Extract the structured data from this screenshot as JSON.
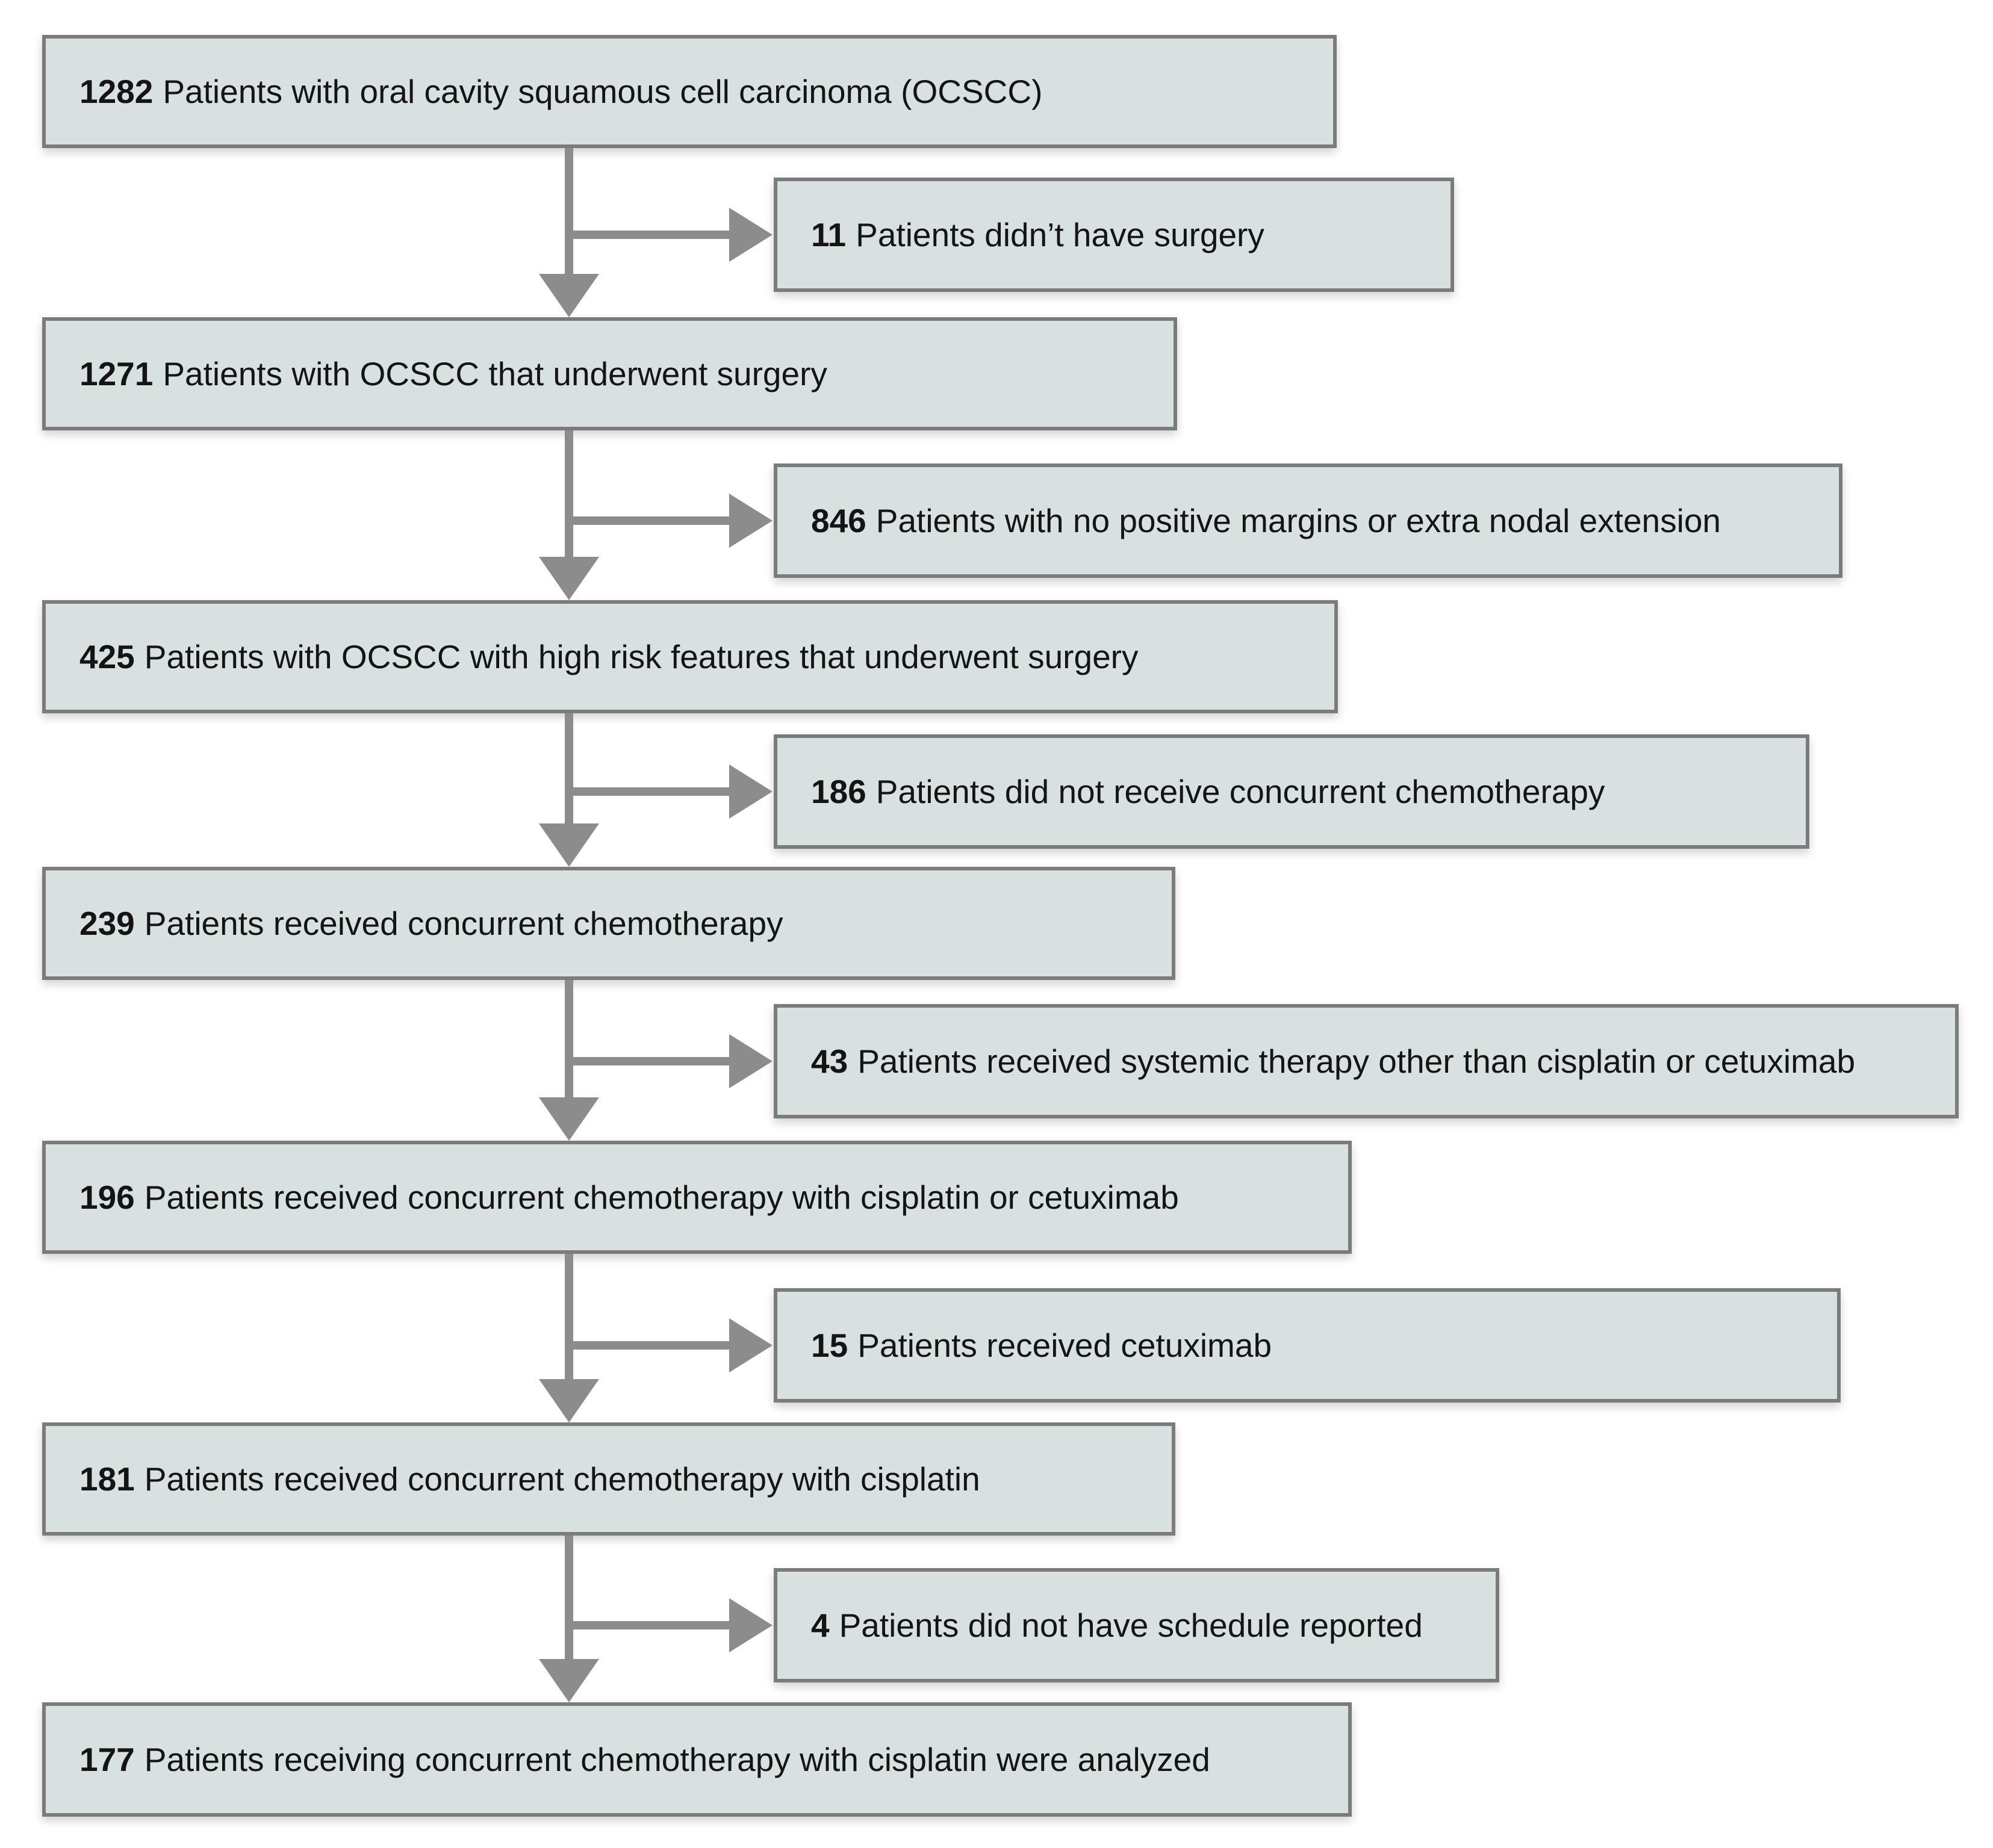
{
  "diagram": {
    "title": "Patient selection flow diagram (OCSCC concurrent chemotherapy cohort)",
    "colors": {
      "background": "#ffffff",
      "box_fill": "#d9e0e0",
      "box_border": "#7b7b7b",
      "arrow": "#8c8c8c",
      "text": "#141414"
    },
    "steps": [
      {
        "count": "1282",
        "text": "Patients with oral cavity squamous cell carcinoma (OCSCC)"
      },
      {
        "count": "1271",
        "text": "Patients with OCSCC that underwent surgery"
      },
      {
        "count": "425",
        "text": "Patients with OCSCC with high risk features that underwent surgery"
      },
      {
        "count": "239",
        "text": "Patients received concurrent chemotherapy"
      },
      {
        "count": "196",
        "text": "Patients received concurrent chemotherapy with cisplatin or cetuximab"
      },
      {
        "count": "181",
        "text": "Patients received concurrent chemotherapy with cisplatin"
      },
      {
        "count": "177",
        "text": "Patients receiving concurrent chemotherapy with cisplatin were analyzed"
      }
    ],
    "exclusions": [
      {
        "count": "11",
        "text": "Patients didn’t have surgery"
      },
      {
        "count": "846",
        "text": "Patients with no positive margins or extra nodal extension"
      },
      {
        "count": "186",
        "text": "Patients did not receive concurrent chemotherapy"
      },
      {
        "count": "43",
        "text": "Patients received systemic therapy other than cisplatin or cetuximab"
      },
      {
        "count": "15",
        "text": "Patients received cetuximab"
      },
      {
        "count": "4",
        "text": "Patients did not have schedule reported"
      }
    ]
  }
}
